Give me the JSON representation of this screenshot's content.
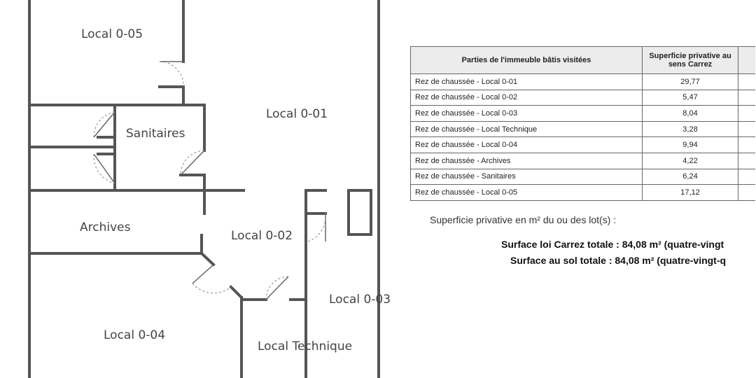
{
  "rooms": [
    {
      "label": "Local 0-05"
    },
    {
      "label": "Local 0-01"
    },
    {
      "label": "Sanitaires"
    },
    {
      "label": "Archives"
    },
    {
      "label": "Local 0-02"
    },
    {
      "label": "Local 0-03"
    },
    {
      "label": "Local 0-04"
    },
    {
      "label": "Local Technique"
    }
  ],
  "table": {
    "headers": [
      "Parties de l'immeuble bâtis visitées",
      "Superficie privative au sens Carrez"
    ],
    "rows": [
      {
        "name": "Rez de chaussée - Local 0-01",
        "area": "29,77"
      },
      {
        "name": "Rez de chaussée - Local 0-02",
        "area": "5,47"
      },
      {
        "name": "Rez de chaussée - Local 0-03",
        "area": "8,04"
      },
      {
        "name": "Rez de chaussée - Local Technique",
        "area": "3,28"
      },
      {
        "name": "Rez de chaussée - Local 0-04",
        "area": "9,94"
      },
      {
        "name": "Rez de chaussée - Archives",
        "area": "4,22"
      },
      {
        "name": "Rez de chaussée - Sanitaires",
        "area": "6,24"
      },
      {
        "name": "Rez de chaussée - Local 0-05",
        "area": "17,12"
      }
    ]
  },
  "summary": {
    "label": "Superficie privative en m² du ou des lot(s) :",
    "carrez": "Surface loi Carrez totale : 84,08 m² (quatre-vingt",
    "sol": "Surface au sol totale : 84,08 m² (quatre-vingt-q"
  }
}
